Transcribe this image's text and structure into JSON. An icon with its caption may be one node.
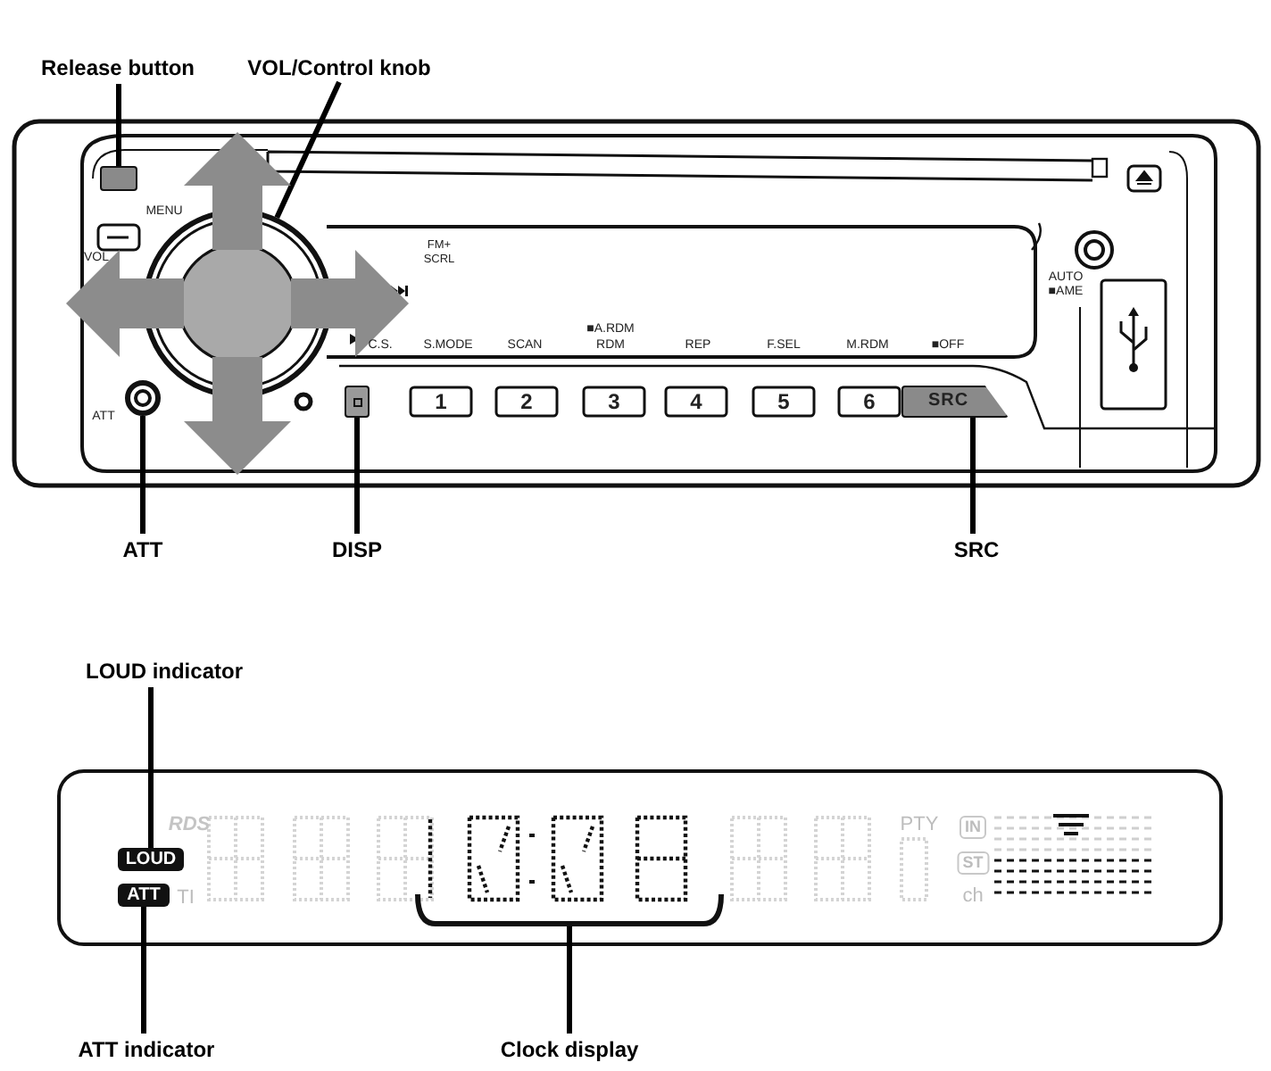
{
  "diagram": {
    "nodes": [
      {
        "text": [
          "Release button"
        ]
      },
      {
        "text": [
          "VOL/Control knob"
        ]
      },
      {
        "text": [],
        "shape": "box"
      },
      {
        "text": [],
        "shape": "circle"
      },
      {
        "text": [],
        "shape": "circle"
      },
      {
        "text": [],
        "shape": "box"
      },
      {
        "text": [
          "SRC"
        ]
      },
      {
        "text": [
          "ATT"
        ]
      },
      {
        "text": [
          "DISP"
        ]
      },
      {
        "text": [
          "SRC"
        ]
      },
      {
        "text": [
          "LOUD indicator"
        ]
      },
      {
        "text": [
          "LOUD"
        ]
      },
      {
        "text": [
          "ATT"
        ]
      },
      {
        "text": [],
        "shape": "picture"
      },
      {
        "text": [
          "ATT indicator"
        ]
      },
      {
        "text": [
          "Clock display"
        ]
      }
    ],
    "edges": [
      {
        "from": 0,
        "to": 2,
        "arrow": "none"
      },
      {
        "from": 1,
        "to": 3,
        "arrow": "none"
      },
      {
        "from": 7,
        "to": 4,
        "arrow": "none"
      },
      {
        "from": 8,
        "to": 5,
        "arrow": "none"
      },
      {
        "from": 9,
        "to": 6,
        "arrow": "none"
      },
      {
        "from": 10,
        "to": 11,
        "arrow": "none"
      },
      {
        "from": 14,
        "to": 12,
        "arrow": "none"
      },
      {
        "from": 15,
        "to": 13,
        "arrow": "none"
      }
    ],
    "labels": [
      "MENU",
      "VOL",
      "FM+",
      "SCRL",
      "AUTO",
      "■AME",
      "C.S.",
      "S.MODE",
      "SCAN",
      "■A.RDM",
      "RDM",
      "REP",
      "F.SEL",
      "M.RDM",
      "■OFF",
      "ATT",
      "1",
      "2",
      "3",
      "4",
      "5",
      "6",
      "RDS",
      "TI",
      "PTY",
      "IN",
      "ST",
      "ch"
    ]
  }
}
